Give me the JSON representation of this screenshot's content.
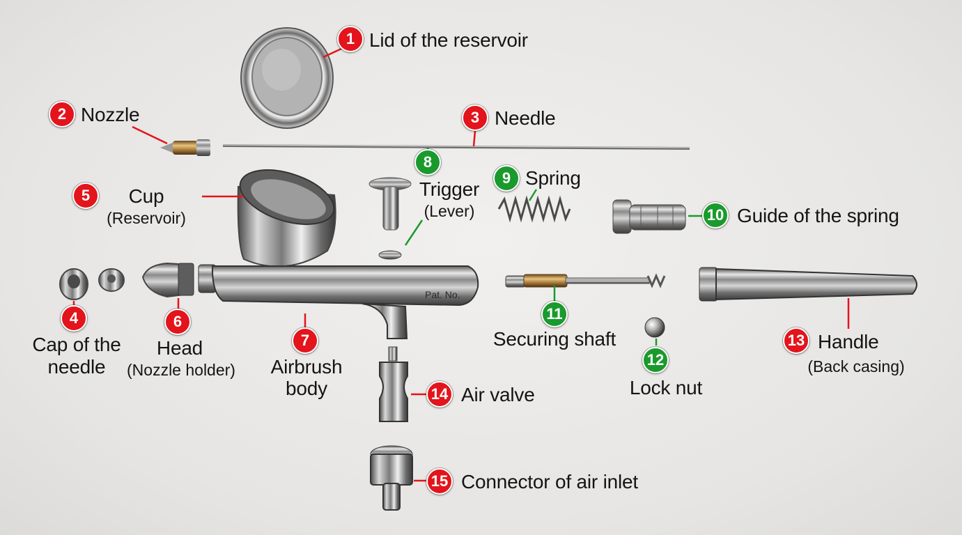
{
  "parts": [
    {
      "number": "1",
      "label": "Lid of the reservoir",
      "color": "#e3141b"
    },
    {
      "number": "2",
      "label": "Nozzle",
      "color": "#e3141b"
    },
    {
      "number": "3",
      "label": "Needle",
      "color": "#e3141b"
    },
    {
      "number": "4",
      "label": "Cap of the",
      "label2": "needle",
      "color": "#e3141b"
    },
    {
      "number": "5",
      "label": "Cup",
      "sublabel": "(Reservoir)",
      "color": "#e3141b"
    },
    {
      "number": "6",
      "label": "Head",
      "sublabel": "(Nozzle holder)",
      "color": "#e3141b"
    },
    {
      "number": "7",
      "label": "Airbrush",
      "label2": "body",
      "color": "#e3141b"
    },
    {
      "number": "8",
      "label": "Trigger",
      "sublabel": "(Lever)",
      "color": "#1a9a2c"
    },
    {
      "number": "9",
      "label": "Spring",
      "color": "#1a9a2c"
    },
    {
      "number": "10",
      "label": "Guide of the spring",
      "color": "#1a9a2c"
    },
    {
      "number": "11",
      "label": "Securing shaft",
      "color": "#1a9a2c"
    },
    {
      "number": "12",
      "label": "Lock nut",
      "color": "#1a9a2c"
    },
    {
      "number": "13",
      "label": "Handle",
      "sublabel": "(Back casing)",
      "color": "#e3141b"
    },
    {
      "number": "14",
      "label": "Air valve",
      "color": "#e3141b"
    },
    {
      "number": "15",
      "label": "Connector of air inlet",
      "color": "#e3141b"
    }
  ],
  "body_engraving": "Pat. No."
}
